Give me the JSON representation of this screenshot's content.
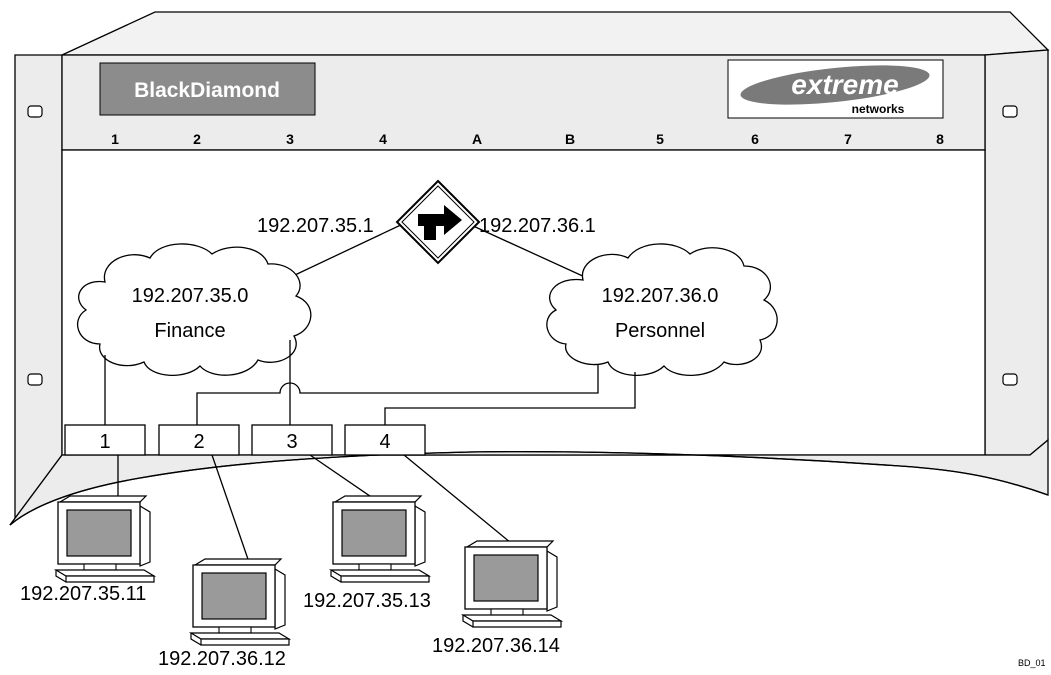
{
  "chassis": {
    "brand_left": "BlackDiamond",
    "brand_right_main": "extreme",
    "brand_right_sub": "networks",
    "slots": [
      "1",
      "2",
      "3",
      "4",
      "A",
      "B",
      "5",
      "6",
      "7",
      "8"
    ]
  },
  "router": {
    "icon": "router-icon",
    "left_ip": "192.207.35.1",
    "right_ip": "192.207.36.1"
  },
  "networks": [
    {
      "address": "192.207.35.0",
      "name": "Finance"
    },
    {
      "address": "192.207.36.0",
      "name": "Personnel"
    }
  ],
  "ports": [
    "1",
    "2",
    "3",
    "4"
  ],
  "hosts": [
    {
      "ip": "192.207.35.11"
    },
    {
      "ip": "192.207.36.12"
    },
    {
      "ip": "192.207.35.13"
    },
    {
      "ip": "192.207.36.14"
    }
  ],
  "figure_id": "BD_01"
}
